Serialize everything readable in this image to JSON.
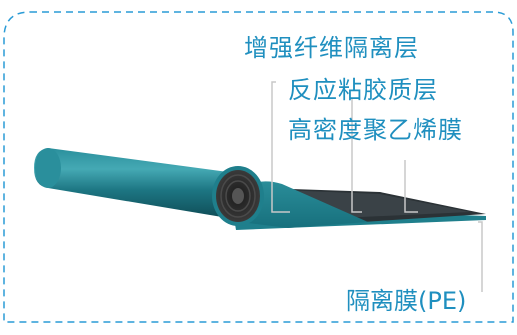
{
  "labels": {
    "reinforced_fiber_layer": "增强纤维隔离层",
    "reactive_adhesive_layer": "反应粘胶质层",
    "hdpe_film": "高密度聚乙烯膜",
    "release_film_pe": "隔离膜(PE)"
  },
  "colors": {
    "border": "#2a9bd6",
    "label_text": "#1f8fbf",
    "membrane_teal": "#1f7f8c",
    "membrane_dark": "#2b3236",
    "leader_line": "#c8c8c8"
  }
}
